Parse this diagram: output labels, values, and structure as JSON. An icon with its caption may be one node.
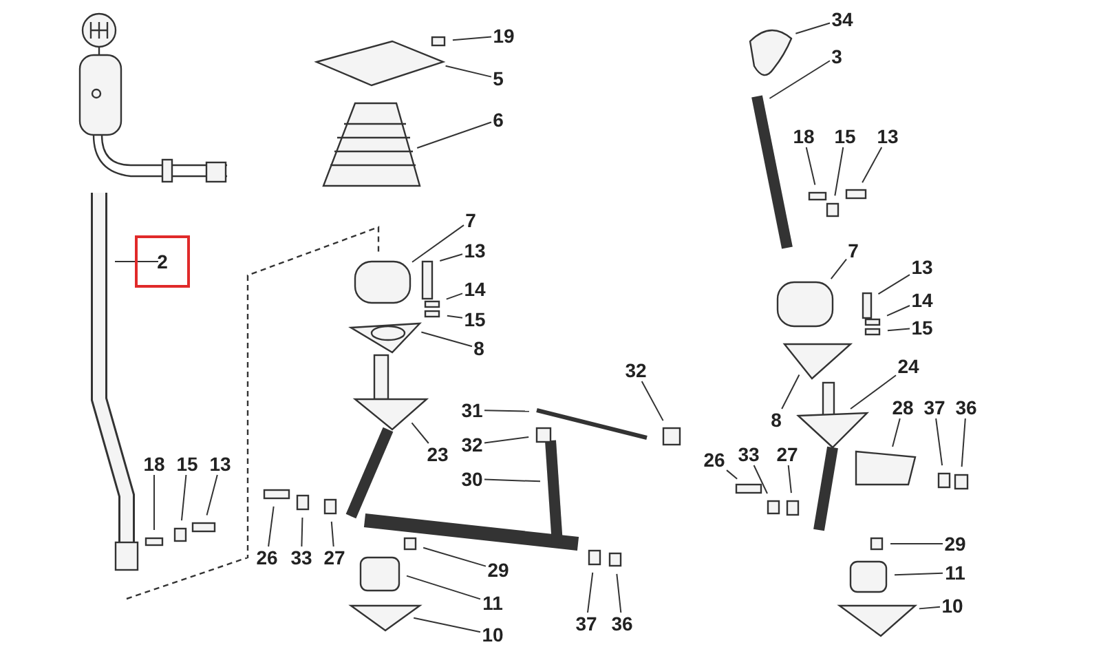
{
  "diagram": {
    "nodes": [
      {
        "text": [
          "19"
        ]
      },
      {
        "text": [
          "5"
        ]
      },
      {
        "text": [
          "34"
        ]
      },
      {
        "text": [
          "3"
        ]
      },
      {
        "text": [
          "6"
        ]
      },
      {
        "text": [
          "18"
        ]
      },
      {
        "text": [
          "15"
        ]
      },
      {
        "text": [
          "13"
        ]
      },
      {
        "text": [
          "2"
        ]
      },
      {
        "text": [
          "7"
        ]
      },
      {
        "text": [
          "13"
        ]
      },
      {
        "text": [
          "7"
        ]
      },
      {
        "text": [
          "13"
        ]
      },
      {
        "text": [
          "14"
        ]
      },
      {
        "text": [
          "15"
        ]
      },
      {
        "text": [
          "14"
        ]
      },
      {
        "text": [
          "8"
        ]
      },
      {
        "text": [
          "15"
        ]
      },
      {
        "text": [
          "24"
        ]
      },
      {
        "text": [
          "32"
        ]
      },
      {
        "text": [
          "31"
        ]
      },
      {
        "text": [
          "28"
        ]
      },
      {
        "text": [
          "37"
        ]
      },
      {
        "text": [
          "36"
        ]
      },
      {
        "text": [
          "8"
        ]
      },
      {
        "text": [
          "32"
        ]
      },
      {
        "text": [
          "23"
        ]
      },
      {
        "text": [
          "26"
        ]
      },
      {
        "text": [
          "33"
        ]
      },
      {
        "text": [
          "27"
        ]
      },
      {
        "text": [
          "18"
        ]
      },
      {
        "text": [
          "15"
        ]
      },
      {
        "text": [
          "13"
        ]
      },
      {
        "text": [
          "30"
        ]
      },
      {
        "text": [
          "26"
        ]
      },
      {
        "text": [
          "33"
        ]
      },
      {
        "text": [
          "27"
        ]
      },
      {
        "text": [
          "29"
        ]
      },
      {
        "text": [
          "29"
        ]
      },
      {
        "text": [
          "11"
        ]
      },
      {
        "text": [
          "11"
        ]
      },
      {
        "text": [
          "37"
        ]
      },
      {
        "text": [
          "36"
        ]
      },
      {
        "text": [
          "10"
        ]
      },
      {
        "text": [
          "10"
        ]
      }
    ],
    "edges": [
      {
        "from": 0,
        "to": null,
        "arrow": "none"
      },
      {
        "from": 1,
        "to": null,
        "arrow": "none"
      },
      {
        "from": 2,
        "to": null,
        "arrow": "none"
      },
      {
        "from": 3,
        "to": null,
        "arrow": "none"
      },
      {
        "from": 4,
        "to": null,
        "arrow": "none"
      },
      {
        "from": 5,
        "to": null,
        "arrow": "none"
      },
      {
        "from": 6,
        "to": null,
        "arrow": "none"
      },
      {
        "from": 7,
        "to": null,
        "arrow": "none"
      },
      {
        "from": 8,
        "to": null,
        "arrow": "none"
      },
      {
        "from": 9,
        "to": null,
        "arrow": "none"
      },
      {
        "from": 10,
        "to": null,
        "arrow": "none"
      },
      {
        "from": 11,
        "to": null,
        "arrow": "none"
      },
      {
        "from": 12,
        "to": null,
        "arrow": "none"
      },
      {
        "from": 13,
        "to": null,
        "arrow": "none"
      },
      {
        "from": 14,
        "to": null,
        "arrow": "none"
      },
      {
        "from": 15,
        "to": null,
        "arrow": "none"
      },
      {
        "from": 16,
        "to": null,
        "arrow": "none"
      },
      {
        "from": 17,
        "to": null,
        "arrow": "none"
      },
      {
        "from": 18,
        "to": null,
        "arrow": "none"
      },
      {
        "from": 19,
        "to": null,
        "arrow": "none"
      },
      {
        "from": 20,
        "to": null,
        "arrow": "none"
      },
      {
        "from": 21,
        "to": null,
        "arrow": "none"
      },
      {
        "from": 22,
        "to": null,
        "arrow": "none"
      },
      {
        "from": 23,
        "to": null,
        "arrow": "none"
      },
      {
        "from": 24,
        "to": null,
        "arrow": "none"
      },
      {
        "from": 25,
        "to": null,
        "arrow": "none"
      },
      {
        "from": 26,
        "to": null,
        "arrow": "none"
      },
      {
        "from": 27,
        "to": null,
        "arrow": "none"
      },
      {
        "from": 28,
        "to": null,
        "arrow": "none"
      },
      {
        "from": 29,
        "to": null,
        "arrow": "none"
      },
      {
        "from": 30,
        "to": null,
        "arrow": "none"
      },
      {
        "from": 31,
        "to": null,
        "arrow": "none"
      },
      {
        "from": 32,
        "to": null,
        "arrow": "none"
      },
      {
        "from": 33,
        "to": null,
        "arrow": "none"
      },
      {
        "from": 34,
        "to": null,
        "arrow": "none"
      },
      {
        "from": 35,
        "to": null,
        "arrow": "none"
      },
      {
        "from": 36,
        "to": null,
        "arrow": "none"
      },
      {
        "from": 37,
        "to": null,
        "arrow": "none"
      },
      {
        "from": 38,
        "to": null,
        "arrow": "none"
      },
      {
        "from": 39,
        "to": null,
        "arrow": "none"
      },
      {
        "from": 40,
        "to": null,
        "arrow": "none"
      },
      {
        "from": 41,
        "to": null,
        "arrow": "none"
      },
      {
        "from": 42,
        "to": null,
        "arrow": "none"
      },
      {
        "from": 43,
        "to": null,
        "arrow": "none"
      },
      {
        "from": 44,
        "to": null,
        "arrow": "none"
      }
    ]
  }
}
